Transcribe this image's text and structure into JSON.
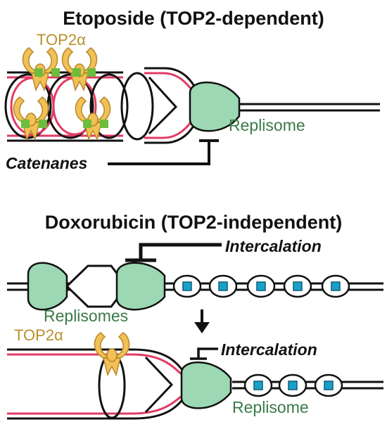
{
  "panel_top": {
    "title": "Etoposide (TOP2-dependent)",
    "enzyme_label": "TOP2α",
    "complex_label": "Replisome",
    "structure_label": "Catenanes"
  },
  "panel_bottom": {
    "title": "Doxorubicin (TOP2-independent)",
    "mechanism_label_1": "Intercalation",
    "complex_label_1": "Replisomes",
    "enzyme_label": "TOP2α",
    "mechanism_label_2": "Intercalation",
    "complex_label_2": "Replisome"
  },
  "colors": {
    "dna_strand": "#111111",
    "nascent_strand": "#e23a63",
    "replisome_fill": "#9bd8b3",
    "top2_fill": "#f2c155",
    "top2_outline": "#b8862a",
    "top2_binding_site": "#6dbd3c",
    "intercalator": "#1aa0c8"
  }
}
